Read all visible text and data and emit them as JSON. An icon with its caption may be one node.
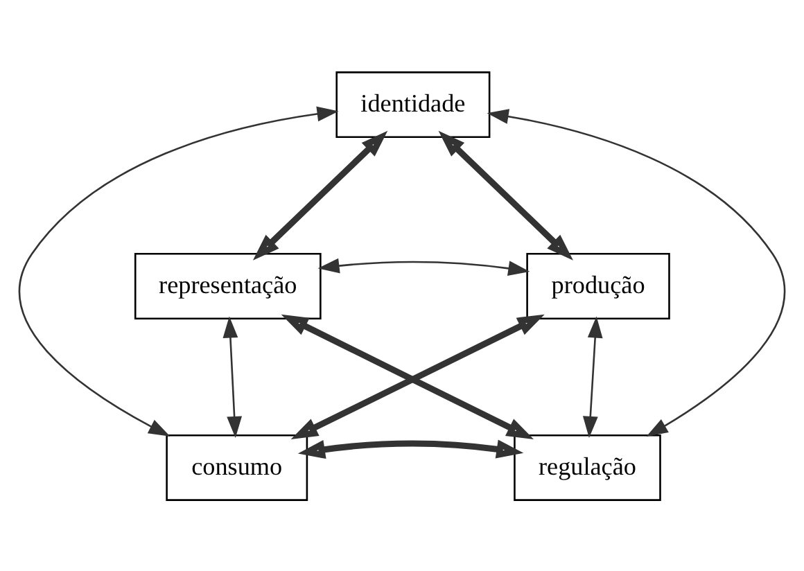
{
  "diagram": {
    "nodes": [
      {
        "text": [
          "identidade"
        ]
      },
      {
        "text": [
          "representação"
        ]
      },
      {
        "text": [
          "produção"
        ]
      },
      {
        "text": [
          "regulação"
        ]
      },
      {
        "text": [
          "consumo"
        ]
      }
    ],
    "edges": [
      {
        "from": 0,
        "to": 2,
        "arrow": "both",
        "style": "thick"
      },
      {
        "from": 2,
        "to": 4,
        "arrow": "both",
        "style": "thick"
      },
      {
        "from": 4,
        "to": 3,
        "arrow": "both",
        "style": "thick"
      },
      {
        "from": 3,
        "to": 1,
        "arrow": "both",
        "style": "thick"
      },
      {
        "from": 1,
        "to": 0,
        "arrow": "both",
        "style": "thick"
      },
      {
        "from": 1,
        "to": 2,
        "arrow": "both"
      },
      {
        "from": 0,
        "to": 3,
        "arrow": "both"
      },
      {
        "from": 0,
        "to": 4,
        "arrow": "both"
      },
      {
        "from": 1,
        "to": 4,
        "arrow": "both"
      },
      {
        "from": 3,
        "to": 2,
        "arrow": "both"
      }
    ]
  }
}
